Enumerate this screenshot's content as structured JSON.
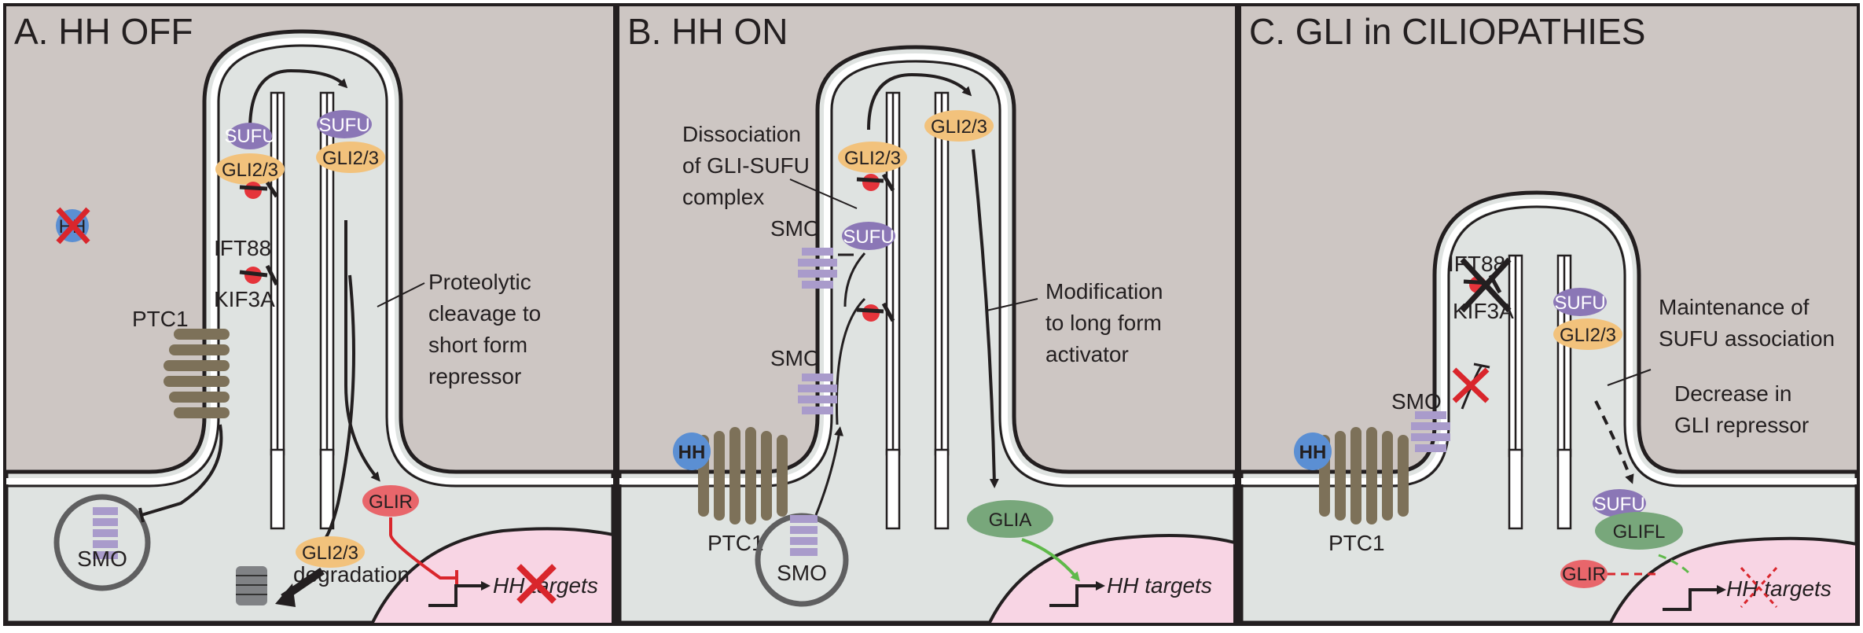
{
  "panels": [
    {
      "title": "A.  HH OFF",
      "labels": {
        "ptc1": "PTC1",
        "smo": "SMO",
        "ift88": "IFT88",
        "kif3a": "KIF3A",
        "sufu_a": "SUFU",
        "gli_a": "GLI2/3",
        "sufu_b": "SUFU",
        "gli_b": "GLI2/3",
        "cleavage": [
          "Proteolytic",
          "cleavage to",
          "short form",
          "repressor"
        ],
        "glir": "GLIR",
        "gli_deg": "GLI2/3",
        "degradation": "degradation",
        "targets": "HH targets",
        "hh_ligand": "HH"
      }
    },
    {
      "title": "B.  HH ON",
      "labels": {
        "dissociation": [
          "Dissociation",
          "of GLI-SUFU",
          "complex"
        ],
        "smo_top": "SMO",
        "smo_mid": "SMO",
        "smo_vesicle": "SMO",
        "hh": "HH",
        "ptc1": "PTC1",
        "gli_a": "GLI2/3",
        "gli_b": "GLI2/3",
        "sufu": "SUFU",
        "modification": [
          "Modification",
          "to long form",
          "activator"
        ],
        "glia": "GLIA",
        "targets": "HH targets"
      }
    },
    {
      "title": "C.  GLI in CILIOPATHIES",
      "labels": {
        "ift88": "IFT88",
        "kif3a": "KIF3A",
        "sufu_a": "SUFU",
        "gli_a": "GLI2/3",
        "maintenance": [
          "Maintenance of",
          "SUFU association"
        ],
        "decrease": [
          "Decrease in",
          "GLI repressor"
        ],
        "smo": "SMO",
        "hh": "HH",
        "ptc1": "PTC1",
        "sufu_b": "SUFU",
        "glifl": "GLIFL",
        "glir": "GLIR",
        "targets": "HH targets"
      }
    }
  ],
  "colors": {
    "extracellular": "#cdc6c3",
    "cytoplasm": "#dfe3e1",
    "nucleus": "#f8d5e4",
    "sufu": "#8b77b6",
    "gli": "#f2c27c",
    "glir": "#e8666b",
    "glia": "#78a77b",
    "hh": "#5b8fd3",
    "ptc1": "#7d7159",
    "smo": "#a99bcb",
    "motor": "#e5343b",
    "inhibit": "#d9262c",
    "activate": "#5fb94a"
  }
}
